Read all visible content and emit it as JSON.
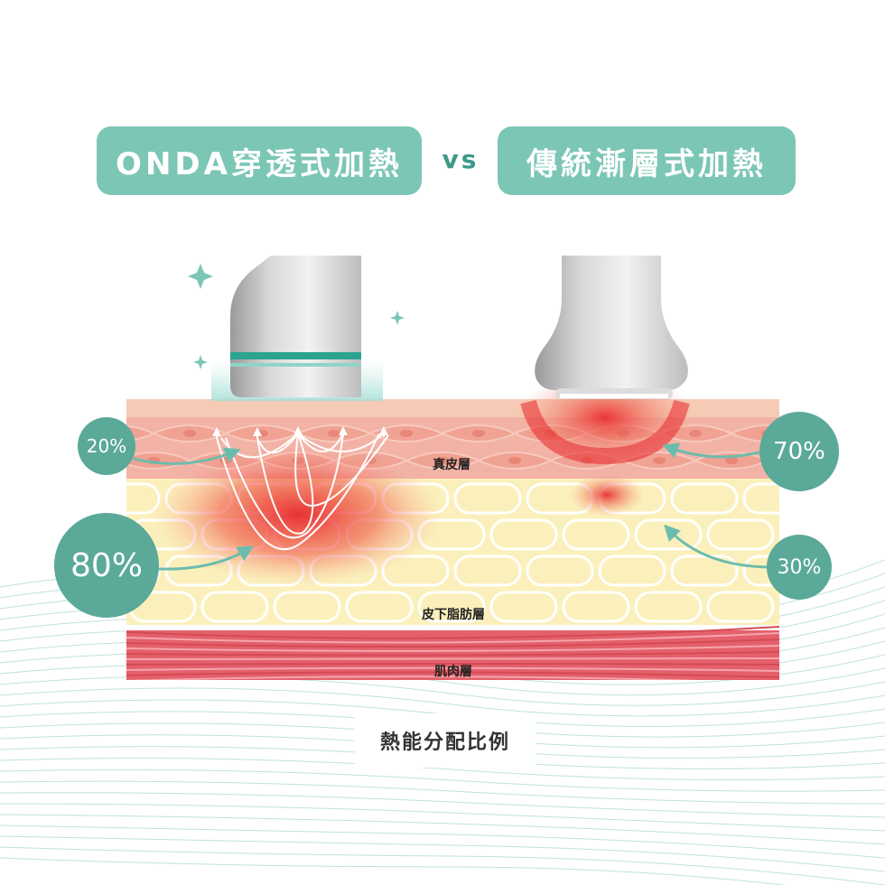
{
  "colors": {
    "teal": "#7cc6b6",
    "teal_dark": "#2f6f63",
    "heat_red": "#e8262a",
    "dermis": "#f2b3a6",
    "fat": "#fbf0bb",
    "muscle": "#e4616b",
    "probe_band": "#2aa38f"
  },
  "header": {
    "left_title": "ONDA穿透式加熱",
    "vs": "vs",
    "right_title": "傳統漸層式加熱"
  },
  "layers": {
    "dermis": "真皮層",
    "fat": "皮下脂肪層",
    "muscle": "肌肉層"
  },
  "onda": {
    "dermis_percent": "20%",
    "fat_percent": "80%"
  },
  "traditional": {
    "dermis_percent": "70%",
    "fat_percent": "30%"
  },
  "caption": "熱能分配比例",
  "icons": [
    "sparkle-icon",
    "arrow-icon"
  ]
}
